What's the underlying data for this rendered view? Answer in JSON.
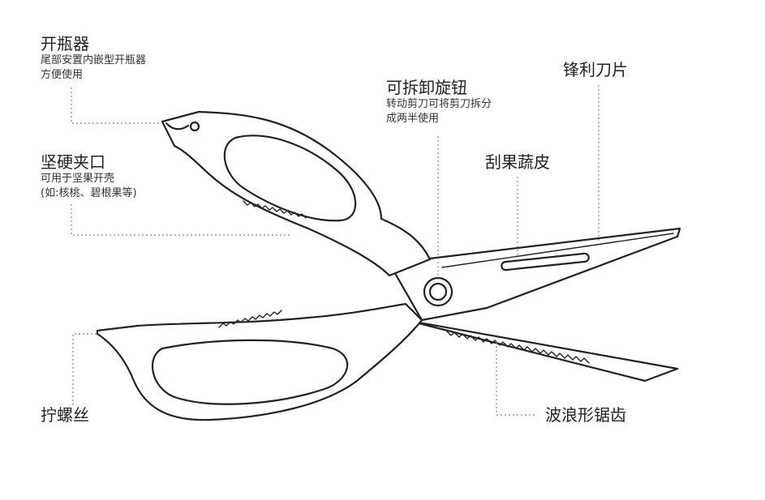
{
  "features": {
    "bottle_opener": {
      "title": "开瓶器",
      "desc": [
        "尾部安置内嵌型开瓶器",
        "方便使用"
      ]
    },
    "nut_clamp": {
      "title": "坚硬夹口",
      "desc": [
        "可用于坚果开壳",
        "(如:核桃、碧根果等)"
      ]
    },
    "screwdriver": {
      "title": "拧螺丝",
      "desc": []
    },
    "detach_knob": {
      "title": "可拆卸旋钮",
      "desc": [
        "转动剪刀可将剪刀拆分",
        "成两半使用"
      ]
    },
    "sharp_blade": {
      "title": "锋利刀片",
      "desc": []
    },
    "peeler": {
      "title": "刮果蔬皮",
      "desc": []
    },
    "serrated_edge": {
      "title": "波浪形锯齿",
      "desc": []
    }
  },
  "colors": {
    "line": "#222222",
    "leader": "#888888",
    "background": "#ffffff"
  }
}
